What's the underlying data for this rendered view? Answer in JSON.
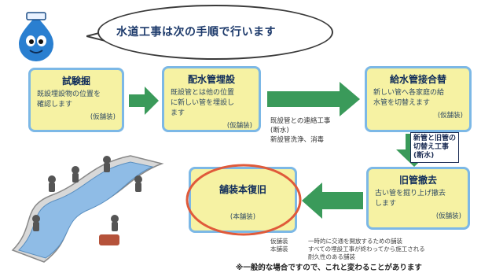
{
  "header": {
    "bubble_text": "水道工事は次の手順で行います"
  },
  "steps": [
    {
      "title": "試験掘",
      "desc": [
        "既設埋設物の位置を",
        "確認します"
      ],
      "tag": "(仮舗装)"
    },
    {
      "title": "配水管埋設",
      "desc": [
        "既設管とは他の位置",
        "に新しい管を埋設し",
        "ます"
      ],
      "tag": "(仮舗装)"
    },
    {
      "title": "給水管接合替",
      "desc": [
        "新しい管へ各家庭の給",
        "水管を切替えます"
      ],
      "tag": "(仮舗装)"
    },
    {
      "title": "旧管撤去",
      "desc": [
        "古い管を掘り上げ撤去",
        "します"
      ],
      "tag": "(仮舗装)"
    },
    {
      "title": "舗装本復旧",
      "desc": [],
      "tag": "(本舗装)"
    }
  ],
  "notes": {
    "middle": [
      "既設管との連絡工事",
      "(断水)",
      "新設管洗浄、消毒"
    ],
    "right": [
      "新管と旧管の",
      "切替え工事",
      "(断水)"
    ]
  },
  "legend": [
    {
      "term": "仮舗装",
      "desc": "一時的に交通を開放するための舗装"
    },
    {
      "term": "本舗装",
      "desc": "すべての埋設工事が終わってから施工される"
    },
    {
      "term": "",
      "desc": "耐久性のある舗装"
    }
  ],
  "footnote": "※一般的な場合ですので、これと変わることがあります",
  "colors": {
    "box_fill": "#f6f2a3",
    "box_border": "#7cb8e6",
    "arrow": "#3a9a5a",
    "highlight_circle": "#e05a3a"
  },
  "icons": [
    "water-drop-mascot-icon",
    "arrow-right-icon",
    "arrow-down-icon",
    "arrow-left-icon"
  ]
}
